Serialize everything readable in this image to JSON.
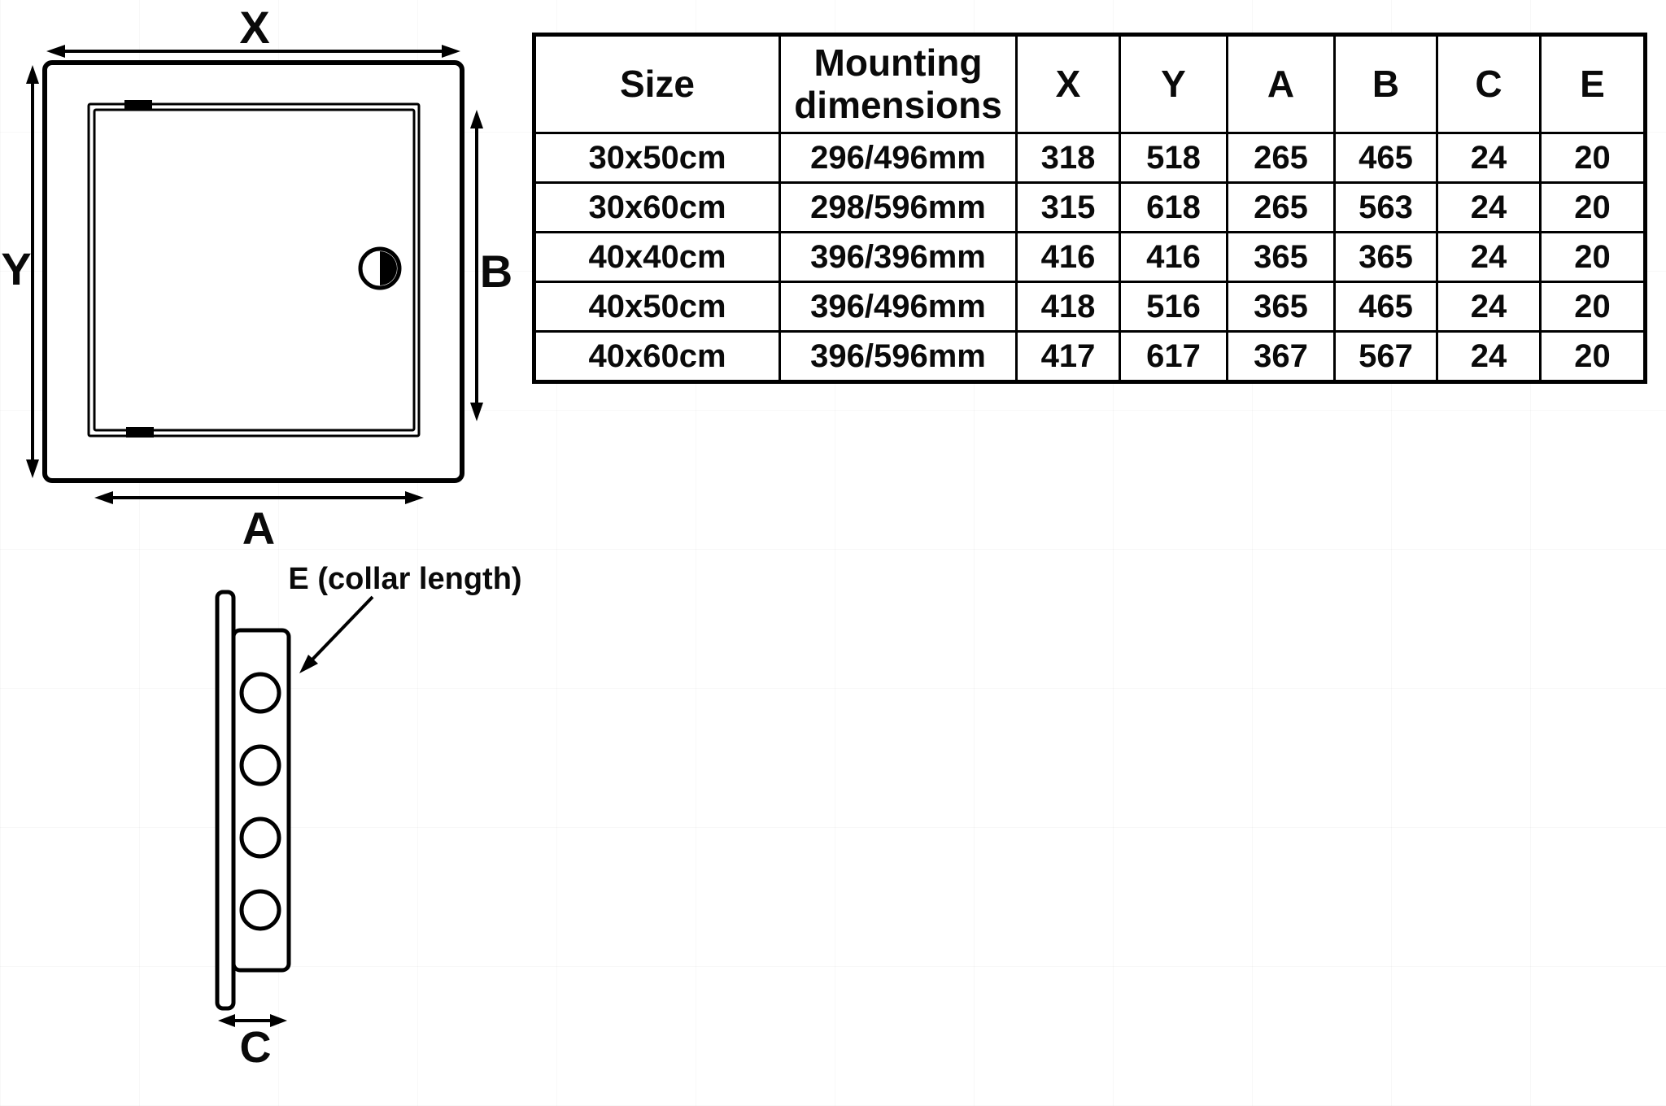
{
  "diagram": {
    "front_view": {
      "label_x": "X",
      "label_y": "Y",
      "label_a": "A",
      "label_b": "B"
    },
    "side_view": {
      "collar_label": "E (collar length)",
      "label_c": "C"
    }
  },
  "table": {
    "headers": [
      "Size",
      "Mounting dimensions",
      "X",
      "Y",
      "A",
      "B",
      "C",
      "E"
    ],
    "rows": [
      [
        "30x50cm",
        "296/496mm",
        "318",
        "518",
        "265",
        "465",
        "24",
        "20"
      ],
      [
        "30x60cm",
        "298/596mm",
        "315",
        "618",
        "265",
        "563",
        "24",
        "20"
      ],
      [
        "40x40cm",
        "396/396mm",
        "416",
        "416",
        "365",
        "365",
        "24",
        "20"
      ],
      [
        "40x50cm",
        "396/496mm",
        "418",
        "516",
        "365",
        "465",
        "24",
        "20"
      ],
      [
        "40x60cm",
        "396/596mm",
        "417",
        "617",
        "367",
        "567",
        "24",
        "20"
      ]
    ]
  },
  "colors": {
    "line": "#000000",
    "background": "#ffffff"
  }
}
